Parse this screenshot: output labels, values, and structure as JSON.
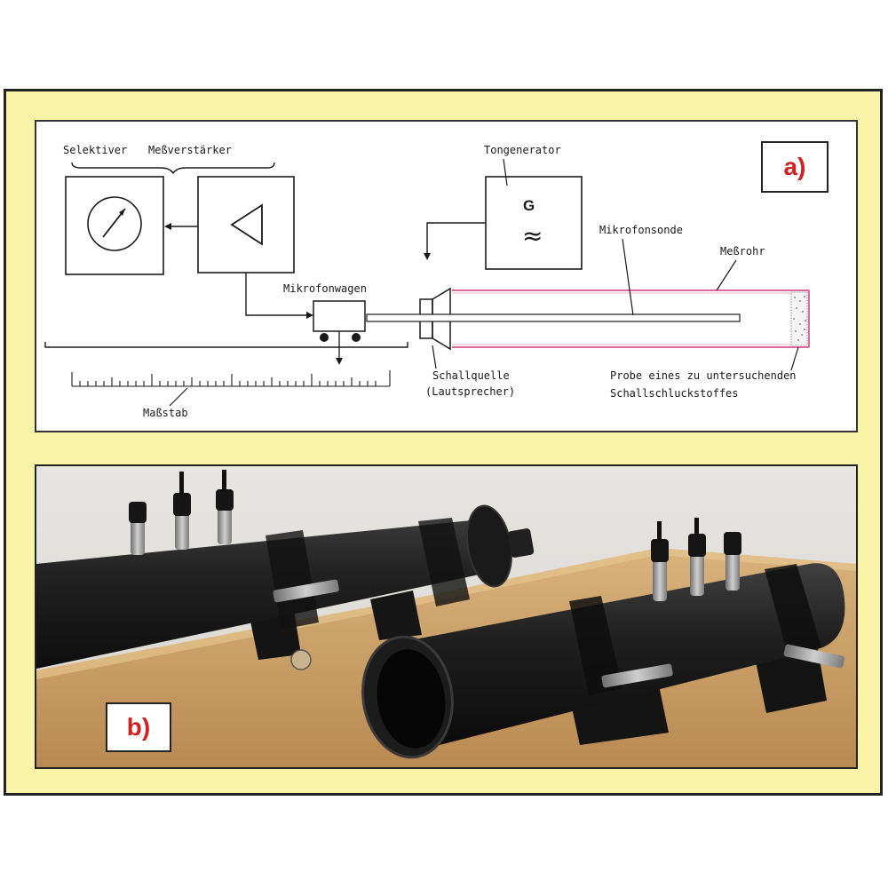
{
  "panel_a": {
    "label": "a)",
    "text": {
      "selektiver": "Selektiver",
      "messverstaerker": "Meßverstärker",
      "tongenerator": "Tongenerator",
      "generator_symbol": "G",
      "generator_wave": "≈",
      "mikrofonsonde": "Mikrofonsonde",
      "messrohr": "Meßrohr",
      "mikrofonwagen": "Mikrofonwagen",
      "schallquelle": "Schallquelle",
      "lautsprecher": "(Lautsprecher)",
      "probe_line1": "Probe eines zu untersuchenden",
      "probe_line2": "Schallschluckstoffes",
      "massstab": "Maßstab"
    },
    "colors": {
      "tube_outline": "#d4387a",
      "line": "#1a1a1a"
    }
  },
  "panel_b": {
    "label": "b)",
    "colors": {
      "wall": "#e3e2de",
      "table": "#c6975f",
      "tube": "#1b1b1b"
    }
  },
  "colors": {
    "frame_bg": "#f8f3a6",
    "label_red": "#d02020"
  }
}
